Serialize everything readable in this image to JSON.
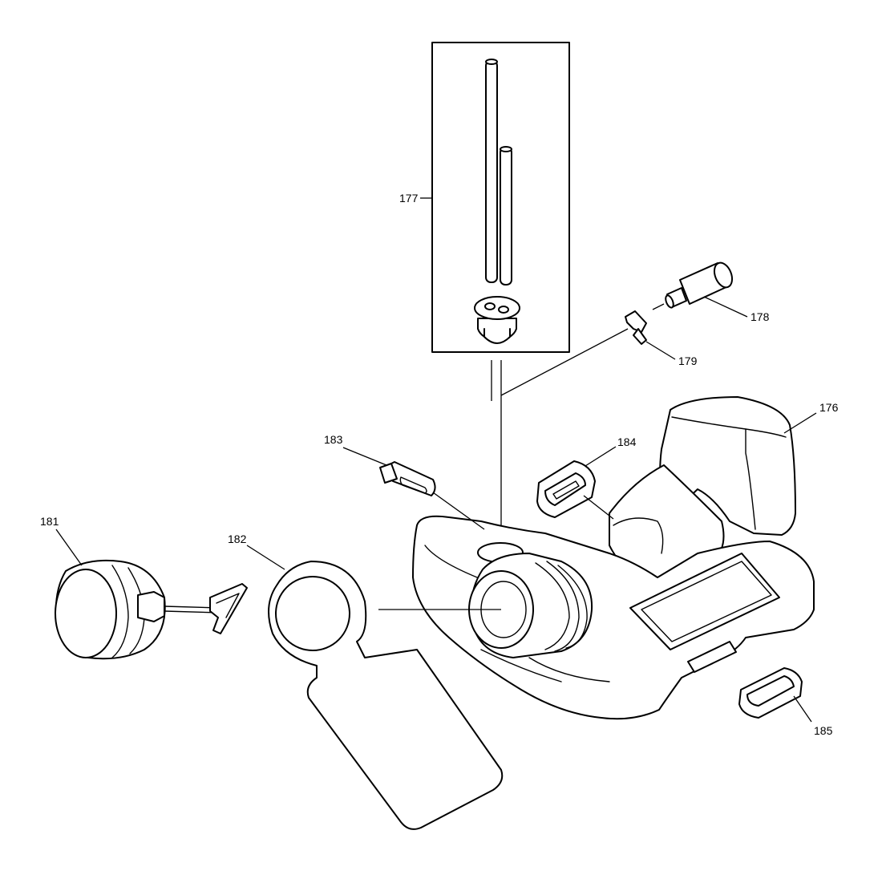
{
  "diagram": {
    "parts": [
      {
        "key": "p176",
        "label": "176",
        "name": "fuel tank"
      },
      {
        "key": "p177",
        "label": "177",
        "name": "fuel hose set with grommet"
      },
      {
        "key": "p178",
        "label": "178",
        "name": "fuel filter"
      },
      {
        "key": "p179",
        "label": "179",
        "name": "clamp"
      },
      {
        "key": "p181",
        "label": "181",
        "name": "fuel cap"
      },
      {
        "key": "p182",
        "label": "182",
        "name": "cap gasket"
      },
      {
        "key": "p183",
        "label": "183",
        "name": "vent valve"
      },
      {
        "key": "p184",
        "label": "184",
        "name": "rubber damper"
      },
      {
        "key": "p185",
        "label": "185",
        "name": "rubber damper"
      }
    ]
  },
  "colors": {
    "line": "#000000",
    "background": "#ffffff",
    "shade": "#e8e8e8"
  }
}
